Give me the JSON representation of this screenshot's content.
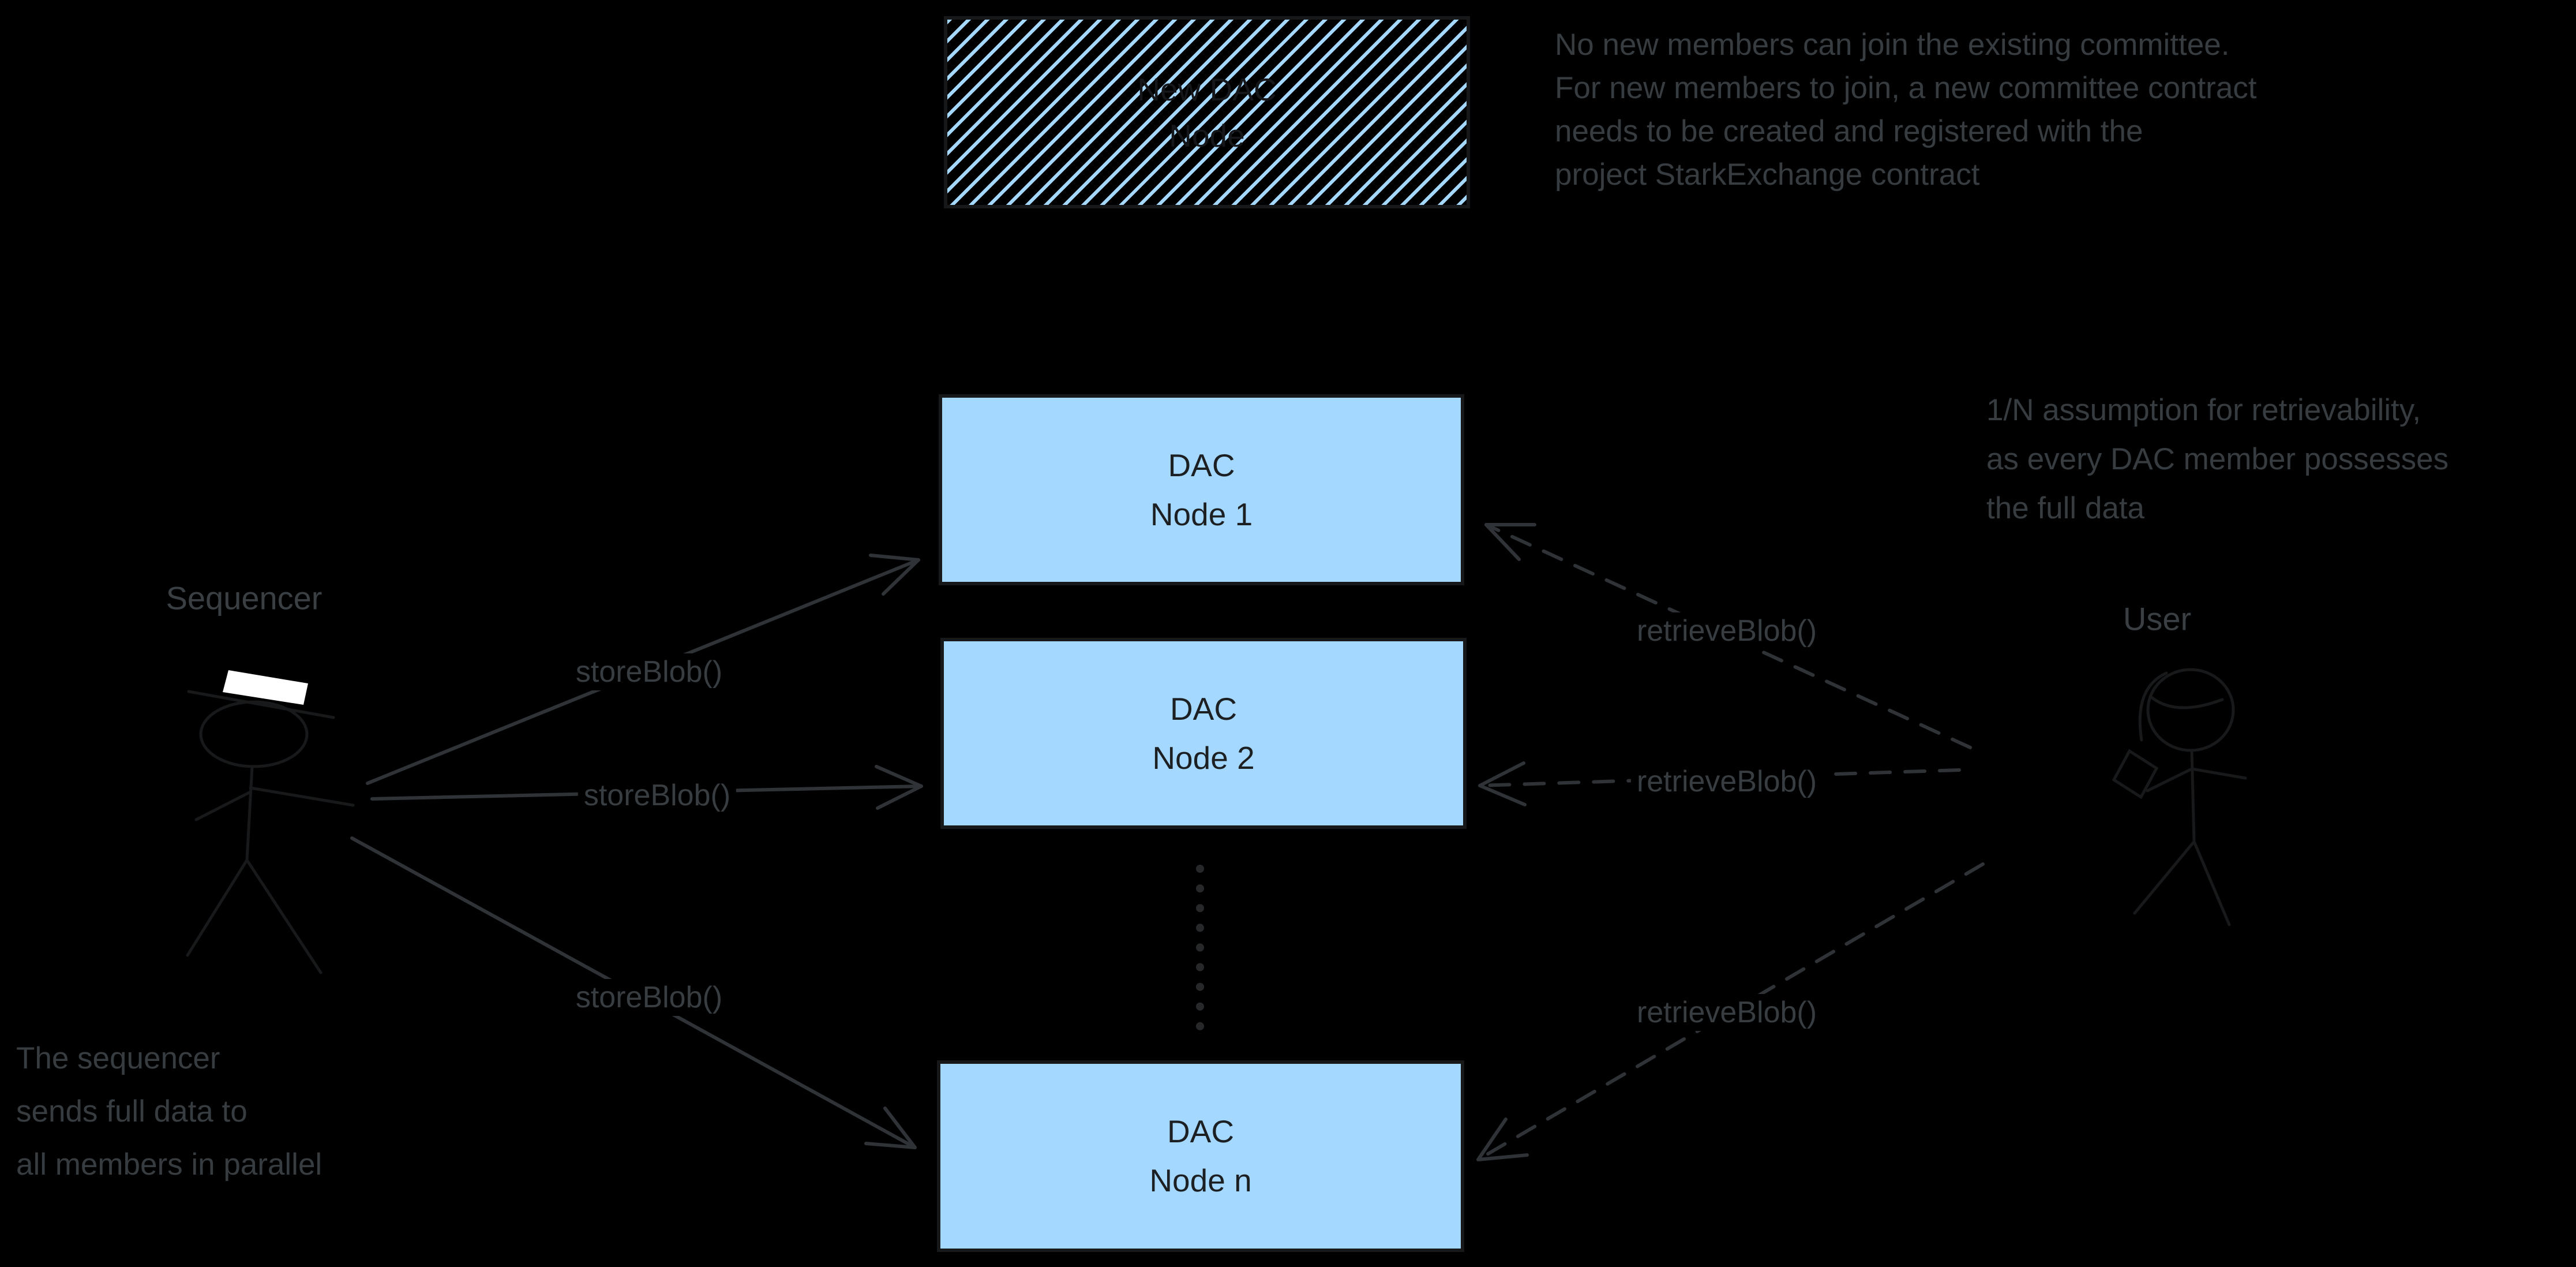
{
  "colors": {
    "background": "#000000",
    "node_fill": "#a5d8ff",
    "node_border": "#17181a",
    "connector_stroke": "#2f3337",
    "label_text": "#383d42",
    "figure_stroke": "#17191b",
    "hat_fill": "#ffffff"
  },
  "nodes": {
    "new_dac": {
      "line1": "New DAC",
      "line2": "Node"
    },
    "node1": {
      "line1": "DAC",
      "line2": "Node 1"
    },
    "node2": {
      "line1": "DAC",
      "line2": "Node 2"
    },
    "noden": {
      "line1": "DAC",
      "line2": "Node n"
    }
  },
  "actors": {
    "sequencer": "Sequencer",
    "user": "User"
  },
  "labels": {
    "store": [
      "storeBlob()",
      "storeBlob()",
      "storeBlob()"
    ],
    "retrieve": [
      "retrieveBlob()",
      "retrieveBlob()",
      "retrieveBlob()"
    ]
  },
  "annotations": {
    "committee_note": [
      "No new members can join the existing committee.",
      "For new members to join, a new committee contract",
      "needs to be created and registered with the",
      "project StarkExchange contract"
    ],
    "retrievability_note": [
      "1/N assumption for retrievability,",
      "as every DAC member possesses",
      "the full data"
    ],
    "sequencer_note": [
      "The sequencer",
      "sends full data to",
      "all members in parallel"
    ]
  }
}
